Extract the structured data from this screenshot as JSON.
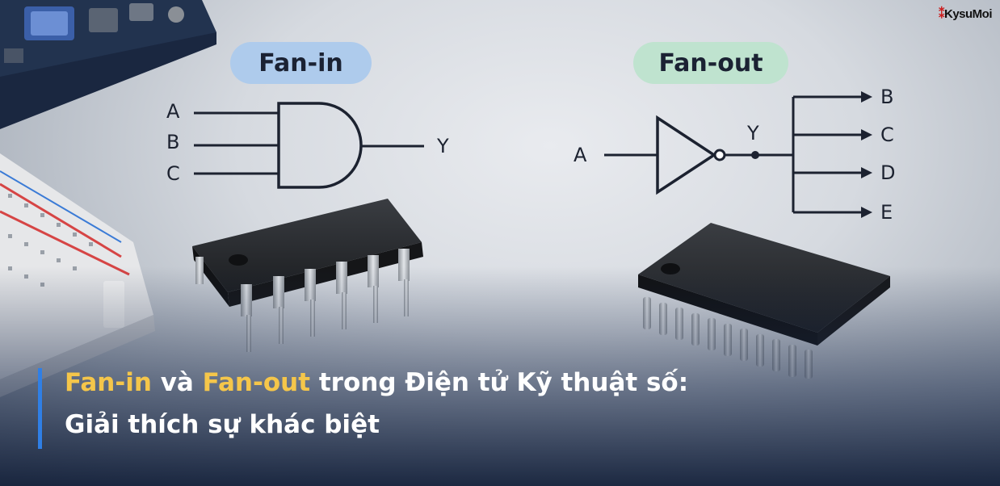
{
  "logo": {
    "arrow": "⁑",
    "text": "KysuMoi"
  },
  "fan_in": {
    "label": "Fan-in",
    "inputs": [
      "A",
      "B",
      "C"
    ],
    "output": "Y"
  },
  "fan_out": {
    "label": "Fan-out",
    "input": "A",
    "node": "Y",
    "outputs": [
      "B",
      "C",
      "D",
      "E"
    ]
  },
  "caption": {
    "line1": {
      "part1": "Fan-in",
      "part2": " và ",
      "part3": "Fan-out",
      "part4": " trong Điện tử Kỹ thuật số:"
    },
    "line2": "Giải thích sự khác biệt"
  },
  "colors": {
    "fan_in_pill": "#aecbec",
    "fan_out_pill": "#bfe3cf",
    "highlight": "#f5c64a",
    "accent_bar": "#2f7fe6"
  }
}
